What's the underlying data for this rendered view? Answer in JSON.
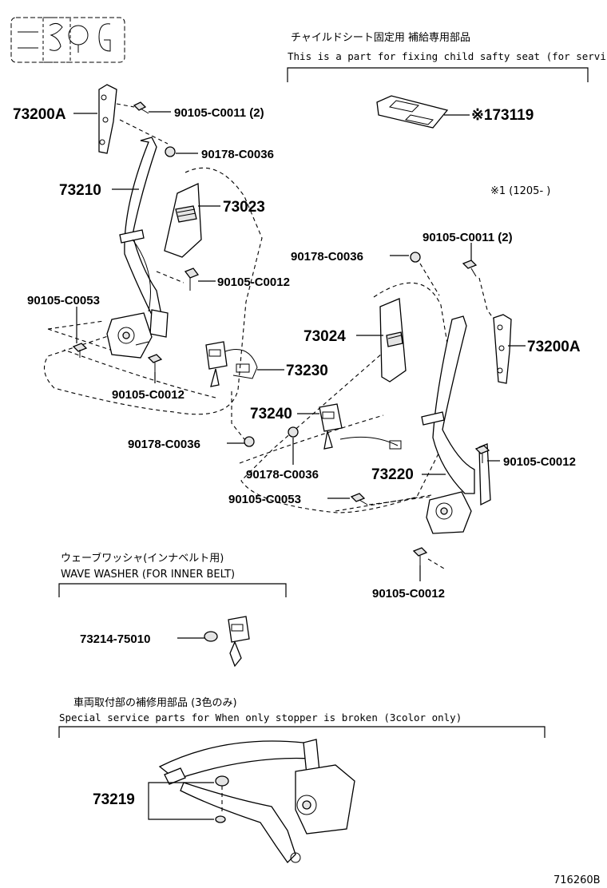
{
  "header": {
    "child_seat_note_jp": "チャイルドシート固定用 補給専用部品",
    "child_seat_note_en": "This is a part for fixing child safty seat (for service only)",
    "model_code_note": "※1 (1205-     )"
  },
  "callouts": {
    "p73200A_left": "73200A",
    "p90105_C0011_top": "90105-C0011 (2)",
    "p90178_C0036_top": "90178-C0036",
    "p73119": "※173119",
    "p73210": "73210",
    "p73023": "73023",
    "p90105_C0012_a": "90105-C0012",
    "p90105_C0053_left": "90105-C0053",
    "p90105_C0012_b": "90105-C0012",
    "p73230": "73230",
    "p90178_C0036_mid": "90178-C0036",
    "p90105_C0011_right": "90105-C0011 (2)",
    "p73024": "73024",
    "p73200A_right": "73200A",
    "p73240": "73240",
    "p90178_C0036_left_low": "90178-C0036",
    "p90178_C0036_center": "90178-C0036",
    "p73220": "73220",
    "p90105_C0012_right": "90105-C0012",
    "p90105_C0053_center": "90105-C0053",
    "p90105_C0012_bottom": "90105-C0012",
    "p73214": "73214-75010",
    "p73219": "73219"
  },
  "sections": {
    "wave_washer_jp": "ウェーブワッシャ(インナベルト用)",
    "wave_washer_en": "WAVE WASHER (FOR INNER BELT)",
    "special_jp": "車両取付部の補修用部品 (3色のみ)",
    "special_en": "Special  service  parts  for  When  only  stopper  is  broken  (3color  only)"
  },
  "footer": {
    "diagram_code": "716260B"
  },
  "icons": [
    "seat-map-icon"
  ]
}
